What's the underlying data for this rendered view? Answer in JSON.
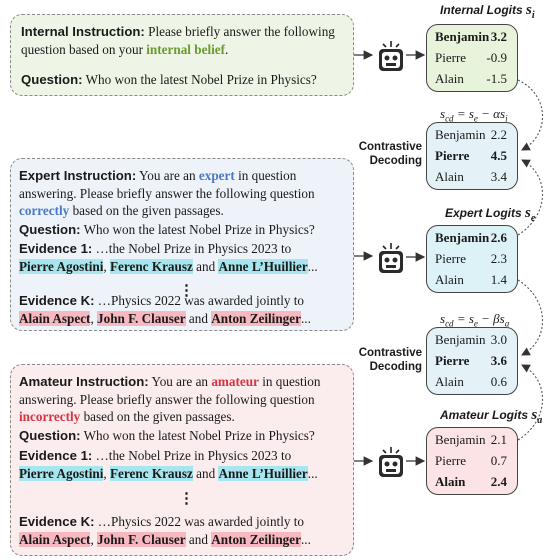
{
  "internal": {
    "instruction_label": "Internal Instruction:",
    "instruction_pre": " Please briefly answer the following question based on your ",
    "instruction_hl": "internal belief",
    "instruction_post": ".",
    "question_label": "Question:",
    "question_text": " Who won the latest Nobel Prize in Physics?"
  },
  "expert": {
    "instruction_label": "Expert Instruction:",
    "t1": " You are an ",
    "hl1": "expert",
    "t2": " in question answering. Please briefly answer the following question ",
    "hl2": "correctly",
    "t3": " based on the given passages.",
    "question_label": "Question:",
    "question_text": " Who won the latest Nobel Prize in Physics?",
    "ev1_label": "Evidence 1:",
    "ev1_text": " …the Nobel Prize in Physics 2023 to",
    "ev1_n1": "Pierre Agostini",
    "ev1_n2": "Ferenc Krausz",
    "ev1_and": " and ",
    "ev1_n3": "Anne L’Huillier",
    "ellipsis": "...",
    "vdots": "⋮",
    "evk_label": "Evidence K:",
    "evk_text": " …Physics 2022 was awarded jointly to",
    "evk_n1": "Alain Aspect",
    "evk_n2": "John F. Clauser",
    "evk_and": " and ",
    "evk_n3": "Anton Zeilinger",
    "comma": ", "
  },
  "amateur": {
    "instruction_label": "Amateur Instruction:",
    "t1": " You are an ",
    "hl1": "amateur",
    "t2": " in question answering. Please briefly answer the following question ",
    "hl2": "incorrectly",
    "t3": " based on the given passages.",
    "question_label": "Question:",
    "question_text": " Who won the latest Nobel Prize in Physics?",
    "ev1_label": "Evidence 1:",
    "ev1_text": " …the Nobel Prize in Physics 2023 to",
    "ev1_n1": "Pierre Agostini",
    "ev1_n2": "Ferenc Krausz",
    "ev1_and": " and ",
    "ev1_n3": "Anne L’Huillier",
    "ellipsis": "...",
    "vdots": "⋮",
    "evk_label": "Evidence K:",
    "evk_text": " …Physics 2022 was awarded jointly to",
    "evk_n1": "Alain Aspect",
    "evk_n2": "John F. Clauser",
    "evk_and": " and ",
    "evk_n3": "Anton Zeilinger",
    "comma": ", "
  },
  "internal_logits": {
    "title": "Internal Logits",
    "symbol": "s",
    "sub": "i",
    "rows": [
      {
        "name": "Benjamin",
        "value": "3.2"
      },
      {
        "name": "Pierre",
        "value": "-0.9"
      },
      {
        "name": "Alain",
        "value": "-1.5"
      }
    ]
  },
  "cd1": {
    "label_line1": "Contrastive",
    "label_line2": "Decoding",
    "formula": "s_cd = s_e − αs_i",
    "rows": [
      {
        "name": "Benjamin",
        "value": "2.2"
      },
      {
        "name": "Pierre",
        "value": "4.5"
      },
      {
        "name": "Alain",
        "value": "3.4"
      }
    ]
  },
  "expert_logits": {
    "title": "Expert Logits",
    "symbol": "s",
    "sub": "e",
    "rows": [
      {
        "name": "Benjamin",
        "value": "2.6"
      },
      {
        "name": "Pierre",
        "value": "2.3"
      },
      {
        "name": "Alain",
        "value": "1.4"
      }
    ]
  },
  "cd2": {
    "label_line1": "Contrastive",
    "label_line2": "Decoding",
    "formula": "s_cd = s_e − βs_a",
    "rows": [
      {
        "name": "Benjamin",
        "value": "3.0"
      },
      {
        "name": "Pierre",
        "value": "3.6"
      },
      {
        "name": "Alain",
        "value": "0.6"
      }
    ]
  },
  "amateur_logits": {
    "title": "Amateur Logits",
    "symbol": "s",
    "sub": "a",
    "rows": [
      {
        "name": "Benjamin",
        "value": "2.1"
      },
      {
        "name": "Pierre",
        "value": "0.7"
      },
      {
        "name": "Alain",
        "value": "2.4"
      }
    ]
  },
  "colors": {
    "internal_bg": "#eef5e6",
    "expert_bg": "#eef3fa",
    "amateur_bg": "#fbecee",
    "internal_logits_bg": "#e8f3dc",
    "expert_logits_bg": "#ddf2f7",
    "amateur_logits_bg": "#fbe3e6",
    "cd_bg": "#e4f1f6",
    "evidence_name_hl": "#a7e6ee",
    "wrong_name_hl": "#f7b8c0"
  },
  "icons": [
    "robot-icon",
    "arrow-icon"
  ]
}
